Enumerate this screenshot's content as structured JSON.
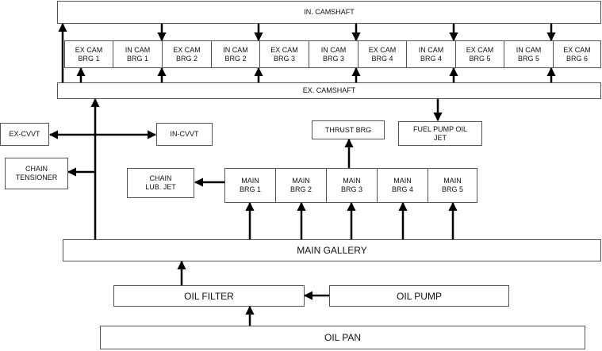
{
  "in_camshaft": "IN. CAMSHAFT",
  "ex_camshaft": "EX. CAMSHAFT",
  "cam_bearings": [
    "EX CAM\nBRG 1",
    "IN CAM\nBRG 1",
    "EX CAM\nBRG 2",
    "IN CAM\nBRG 2",
    "EX CAM\nBRG 3",
    "IN CAM\nBRG 3",
    "EX CAM\nBRG 4",
    "IN CAM\nBRG 4",
    "EX CAM\nBRG 5",
    "IN CAM\nBRG 5",
    "EX CAM\nBRG 6"
  ],
  "ex_cvvt": "EX-CVVT",
  "in_cvvt": "IN-CVVT",
  "chain_tensioner": "CHAIN\nTENSIONER",
  "chain_lub_jet": "CHAIN\nLUB. JET",
  "thrust_brg": "THRUST BRG",
  "fuel_pump_oil_jet": "FUEL PUMP OIL\nJET",
  "main_bearings": [
    "MAIN\nBRG 1",
    "MAIN\nBRG 2",
    "MAIN\nBRG 3",
    "MAIN\nBRG 4",
    "MAIN\nBRG 5"
  ],
  "main_gallery": "MAIN GALLERY",
  "oil_filter": "OIL FILTER",
  "oil_pump": "OIL PUMP",
  "oil_pan": "OIL PAN"
}
